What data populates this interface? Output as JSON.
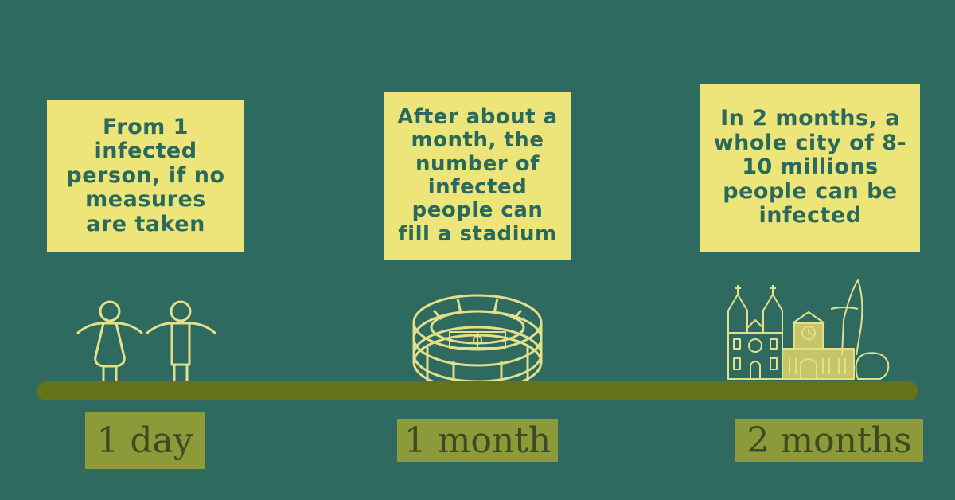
{
  "milestones": [
    {
      "description": "From 1 infected person, if no measures are taken",
      "time_label": "1 day",
      "icon": "two-people-icon"
    },
    {
      "description": "After about a month, the number of infected people can fill a stadium",
      "time_label": "1 month",
      "icon": "stadium-icon"
    },
    {
      "description": "In 2 months, a whole city of 8-10 millions people can be infected",
      "time_label": "2 months",
      "icon": "city-skyline-icon"
    }
  ],
  "colors": {
    "background": "#2e6a60",
    "card": "#ede47a",
    "card_text": "#2a6a5c",
    "timeline": "#637318",
    "label_bg": "#8c9a3a",
    "label_text": "#3f4a22",
    "icon_stroke": "#e3df8a"
  }
}
